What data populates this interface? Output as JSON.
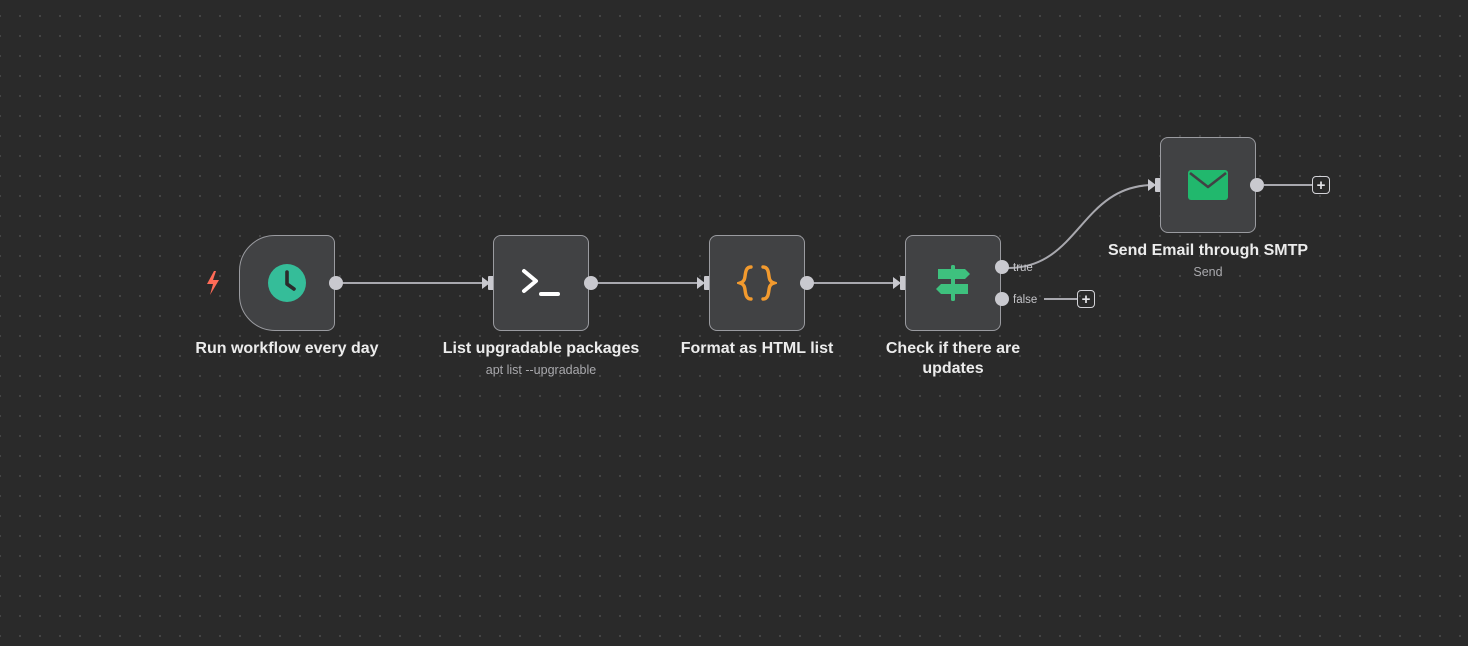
{
  "nodes": {
    "schedule": {
      "label": "Run workflow every day",
      "icon": "clock-icon",
      "color": "#35bd99"
    },
    "command": {
      "label": "List upgradable packages",
      "subtitle": "apt list --upgradable",
      "icon": "terminal-icon",
      "color": "#ffffff"
    },
    "code": {
      "label": "Format as HTML list",
      "icon": "curly-braces-icon",
      "color": "#f29a2e"
    },
    "if": {
      "label": "Check if there are updates",
      "icon": "signpost-icon",
      "color": "#3ec17e",
      "outputs": [
        "true",
        "false"
      ]
    },
    "email": {
      "label": "Send Email through SMTP",
      "subtitle": "Send",
      "icon": "envelope-icon",
      "color": "#21b86d"
    }
  },
  "colors": {
    "canvas": "#2a2a2a",
    "node_bg": "#414244",
    "node_border": "#9a9ba0",
    "connection": "#a8a8ae",
    "trigger_bolt": "#ff6b57"
  }
}
